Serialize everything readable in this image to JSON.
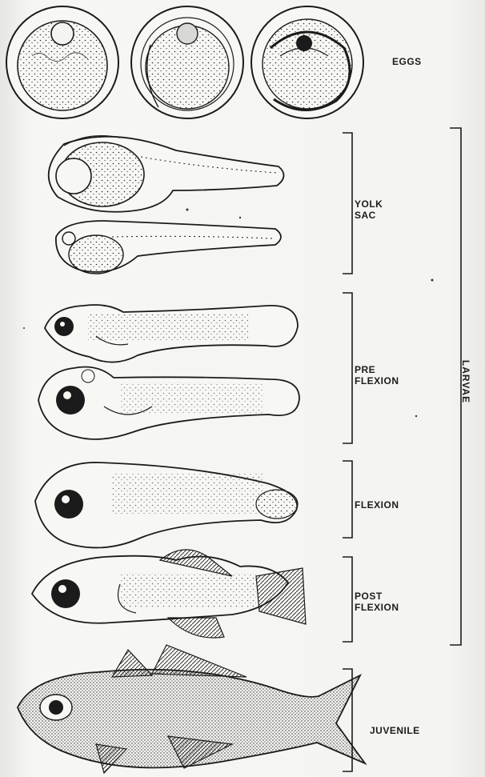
{
  "labels": {
    "eggs": "EGGS",
    "yolk_sac": "YOLK\nSAC",
    "preflexion": "PRE\nFLEXION",
    "flexion": "FLEXION",
    "postflexion": "POST\nFLEXION",
    "juvenile": "JUVENILE",
    "larvae": "LARVAE"
  },
  "colors": {
    "ink": "#1b1b1b",
    "paper": "#f4f4f1"
  }
}
